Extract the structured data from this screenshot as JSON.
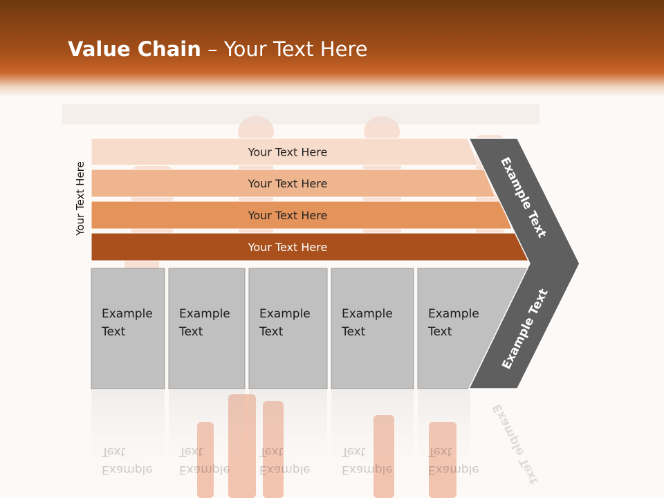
{
  "title": {
    "bold": "Value Chain",
    "rest": " – Your Text Here"
  },
  "side_label": "Your Text Here",
  "bars": [
    {
      "label": "Your Text Here",
      "color": "#f7dccb"
    },
    {
      "label": "Your Text Here",
      "color": "#efb58e"
    },
    {
      "label": "Your Text Here",
      "color": "#e4935b"
    },
    {
      "label": "Your Text Here",
      "color": "#a9501d"
    }
  ],
  "boxes": [
    {
      "line1": "Example",
      "line2": "Text"
    },
    {
      "line1": "Example",
      "line2": "Text"
    },
    {
      "line1": "Example",
      "line2": "Text"
    },
    {
      "line1": "Example",
      "line2": "Text"
    },
    {
      "line1": "Example",
      "line2": "Text"
    }
  ],
  "chevron": {
    "top_label": "Example Text",
    "bottom_label": "Example Text",
    "color": "#5f5f5f"
  },
  "colors": {
    "header": "#a6501a",
    "box": "#c0c0c0"
  }
}
